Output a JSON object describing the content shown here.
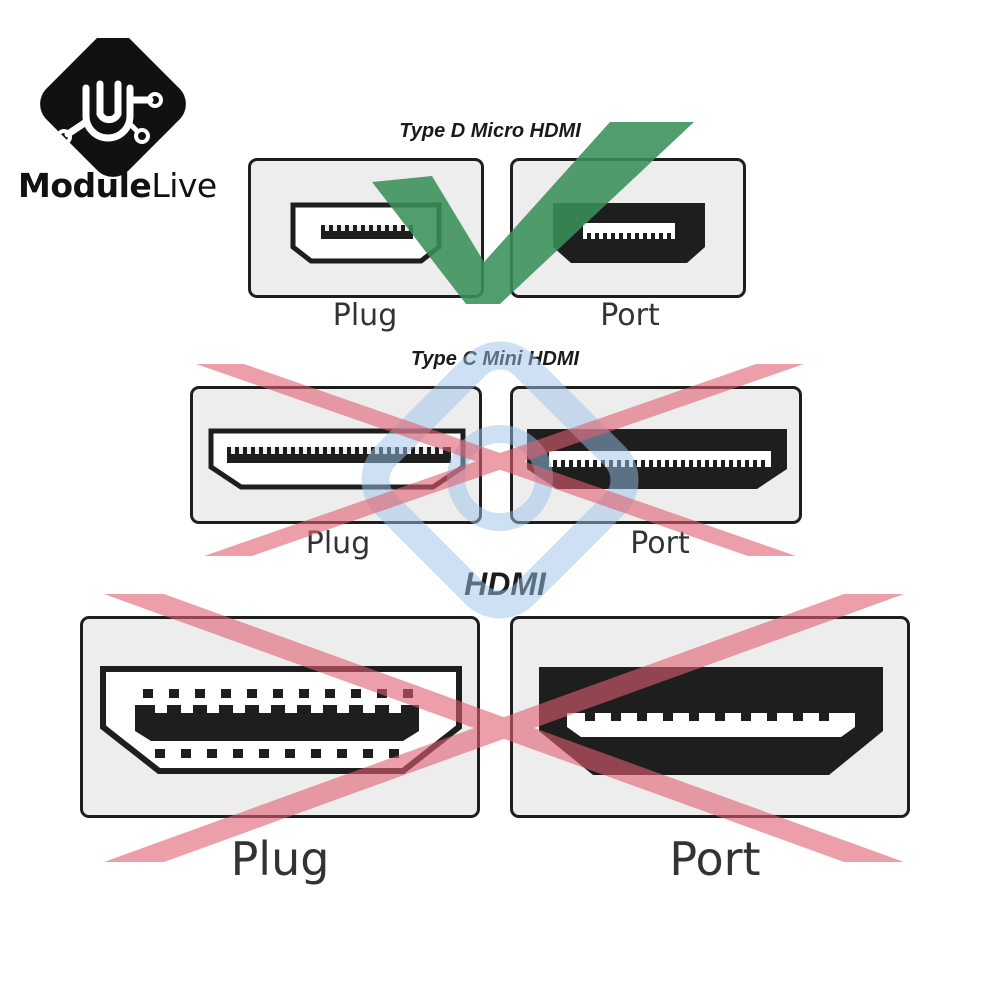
{
  "brand": {
    "name_part1": "Module",
    "name_part2": "Live",
    "logo_icon": "modulelive-logo-icon"
  },
  "sections": [
    {
      "title": "Type D Micro HDMI",
      "plug_label": "Plug",
      "port_label": "Port",
      "mark": "check-mark-icon"
    },
    {
      "title": "Type C Mini HDMI",
      "plug_label": "Plug",
      "port_label": "Port",
      "mark": "cross-mark-icon"
    },
    {
      "title": "HDMI",
      "plug_label": "Plug",
      "port_label": "Port",
      "mark": "cross-mark-icon"
    }
  ],
  "colors": {
    "check": "#3a8f5a",
    "cross": "#e06070",
    "watermark": "#9cc3ea",
    "box_fill": "#ededed",
    "outline": "#1e1e1e"
  }
}
